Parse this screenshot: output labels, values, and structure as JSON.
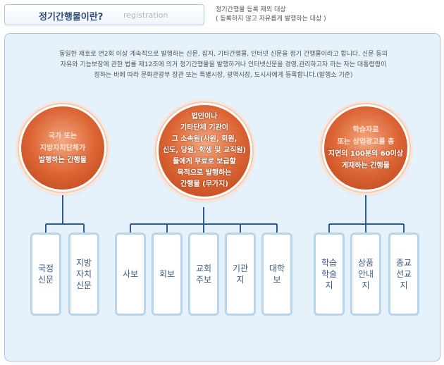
{
  "header": {
    "title": "정기간행물이란?",
    "subtitle": "registration"
  },
  "exclusion": {
    "line1": "정기간행물 등록 제외 대상",
    "line2": "( 등록하지 않고 자유롭게 발행하는 대상 )"
  },
  "description": [
    "동일한 제호로 연2회 이상 계속적으로 발행하는 신문, 잡지, 기타간행물, 인터넷 신문을 정기 간행물이라고 합니다. 신문 등의",
    "자유와 기능보장에 관한 법률 제12조에 의거 정기간행물을 발행하거나 인터넷신문을 경영,관리하고자 하는 자는 대통령령이",
    "정하는 바에 따라 문화관광부 장관 또는 특별시장, 광역시장, 도시사에게 등록합니다.(발행소 기준)"
  ],
  "groups": [
    {
      "lines": [
        "국가 또는",
        "지방자치단체가",
        "발행하는 간행물"
      ],
      "leaves": [
        {
          "lines": [
            "국정",
            "신문"
          ]
        },
        {
          "lines": [
            "지방",
            "자치",
            "신문"
          ]
        }
      ]
    },
    {
      "lines": [
        "법인이나",
        "기타단체 기관이",
        "그 소속원(사원, 회원,",
        "신도, 당원, 학생 및 교직원)",
        "들에게 무료로 보급할",
        "목적으로 발행하는",
        "간행물 (무가지)"
      ],
      "leaves": [
        {
          "lines": [
            "사보"
          ]
        },
        {
          "lines": [
            "회보"
          ]
        },
        {
          "lines": [
            "교회",
            "주보"
          ]
        },
        {
          "lines": [
            "기관",
            "지"
          ]
        },
        {
          "lines": [
            "대학",
            "보"
          ]
        }
      ]
    },
    {
      "lines": [
        "학습자료",
        "또는 상업광고를 총",
        "지면의 100분의 60이상",
        "게재하는 간행물"
      ],
      "leaves": [
        {
          "lines": [
            "학습",
            "학술",
            "지"
          ]
        },
        {
          "lines": [
            "상품",
            "안내",
            "지"
          ]
        },
        {
          "lines": [
            "종교",
            "선교",
            "지"
          ]
        }
      ]
    }
  ],
  "colors": {
    "accent": "#d9622f",
    "line": "#2f5a92",
    "panel": "#e5f1fb",
    "border": "#a9c6e4"
  }
}
